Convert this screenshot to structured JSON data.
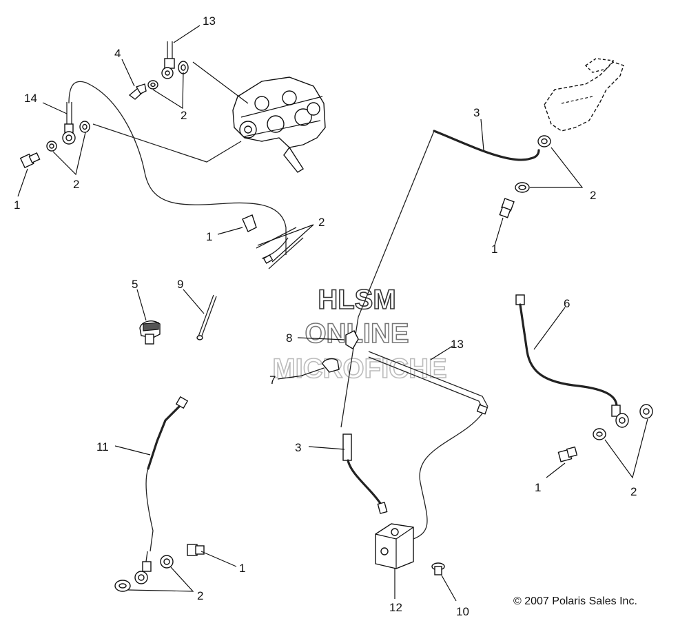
{
  "watermark": {
    "line1": "HLSM",
    "line2": "ONLINE",
    "line3": "MICROFICHE"
  },
  "copyright": "© 2007 Polaris Sales Inc.",
  "callouts": [
    {
      "id": "c-13-top",
      "label": "13"
    },
    {
      "id": "c-4",
      "label": "4"
    },
    {
      "id": "c-14",
      "label": "14"
    },
    {
      "id": "c-2-topcenter",
      "label": "2"
    },
    {
      "id": "c-2-topleft",
      "label": "2"
    },
    {
      "id": "c-1-topleft",
      "label": "1"
    },
    {
      "id": "c-1-midleft",
      "label": "1"
    },
    {
      "id": "c-2-midleft",
      "label": "2"
    },
    {
      "id": "c-3-top",
      "label": "3"
    },
    {
      "id": "c-2-topright",
      "label": "2"
    },
    {
      "id": "c-1-topright",
      "label": "1"
    },
    {
      "id": "c-5",
      "label": "5"
    },
    {
      "id": "c-9",
      "label": "9"
    },
    {
      "id": "c-8",
      "label": "8"
    },
    {
      "id": "c-13-mid",
      "label": "13"
    },
    {
      "id": "c-7",
      "label": "7"
    },
    {
      "id": "c-6",
      "label": "6"
    },
    {
      "id": "c-11",
      "label": "11"
    },
    {
      "id": "c-3-bottom",
      "label": "3"
    },
    {
      "id": "c-1-bottomright",
      "label": "1"
    },
    {
      "id": "c-2-bottomright",
      "label": "2"
    },
    {
      "id": "c-1-bottomleft",
      "label": "1"
    },
    {
      "id": "c-2-bottomleft",
      "label": "2"
    },
    {
      "id": "c-12",
      "label": "12"
    },
    {
      "id": "c-10",
      "label": "10"
    }
  ]
}
